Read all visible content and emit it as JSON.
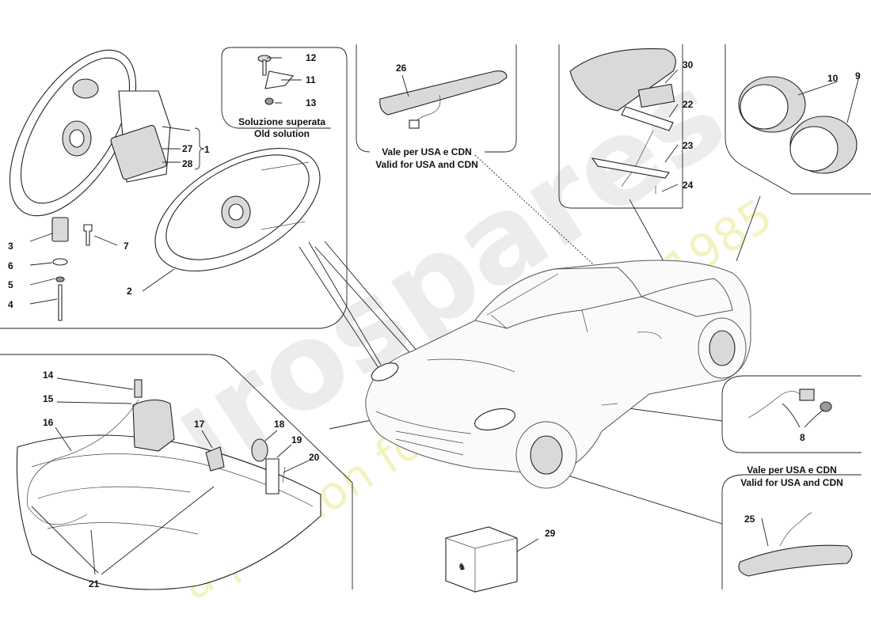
{
  "callouts": {
    "n1": "1",
    "n2": "2",
    "n3": "3",
    "n4": "4",
    "n5": "5",
    "n6": "6",
    "n7": "7",
    "n8": "8",
    "n9": "9",
    "n10": "10",
    "n11": "11",
    "n12": "12",
    "n13": "13",
    "n14": "14",
    "n15": "15",
    "n16": "16",
    "n17": "17",
    "n18": "18",
    "n19": "19",
    "n20": "20",
    "n21": "21",
    "n22": "22",
    "n23": "23",
    "n24": "24",
    "n25": "25",
    "n26": "26",
    "n27": "27",
    "n28": "28",
    "n29": "29",
    "n30": "30"
  },
  "captions": {
    "old_solution_it": "Soluzione superata",
    "old_solution_en": "Old solution",
    "usa_cdn_it_top": "Vale per USA e CDN",
    "usa_cdn_en_top": "Valid for USA and CDN",
    "usa_cdn_it_right": "Vale per USA e CDN",
    "usa_cdn_en_right": "Valid for USA and CDN"
  },
  "watermark": {
    "brand": "eurospares",
    "tagline": "a passion for parts since 1985"
  }
}
